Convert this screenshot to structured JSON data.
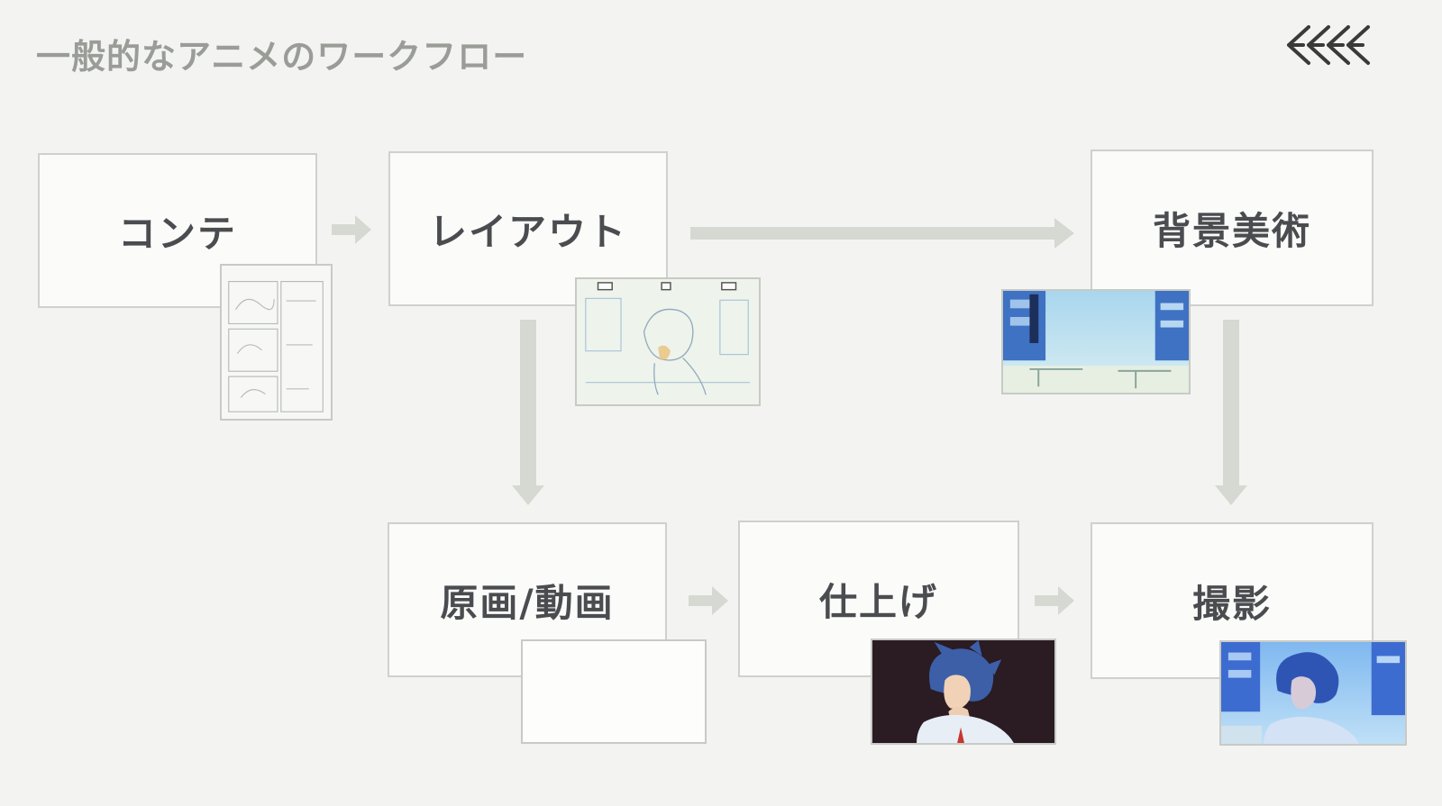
{
  "slide": {
    "title": "一般的なアニメのワークフロー"
  },
  "logo": {
    "icon": "ffff-logo-icon"
  },
  "steps": {
    "conte": "コンテ",
    "layout": "レイアウト",
    "background": "背景美術",
    "genga": "原画/動画",
    "shiage": "仕上げ",
    "satsuei": "撮影"
  },
  "colors": {
    "arrow": "#d6d9d2",
    "box_border": "#cfd1cd",
    "title": "#9a9c98",
    "label": "#4a4c50"
  }
}
